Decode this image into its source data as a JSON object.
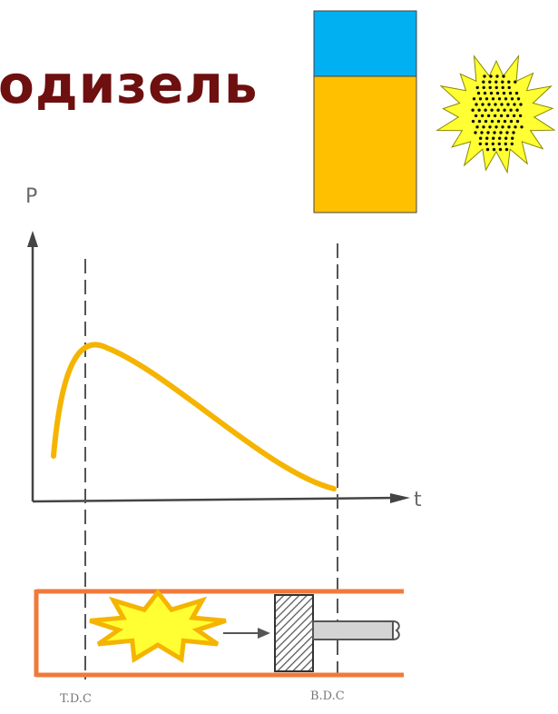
{
  "title": "одизель",
  "diagram": {
    "axis_y_label": "P",
    "axis_x_label": "t",
    "tdc_label": "T.D.C",
    "bdc_label": "B.D.C"
  },
  "colors": {
    "title": "#6e0f10",
    "pressure_curve": "#f5b400",
    "cylinder_wall": "#f07a3a",
    "fuel_layer": "#ffc000",
    "air_layer": "#00b0f0",
    "explosion_fill": "#ffff33",
    "explosion_stroke": "#f5b400"
  },
  "icons": [
    "fuel-air-column-icon",
    "spark-burst-icon",
    "combustion-burst-icon",
    "push-arrow-icon"
  ]
}
